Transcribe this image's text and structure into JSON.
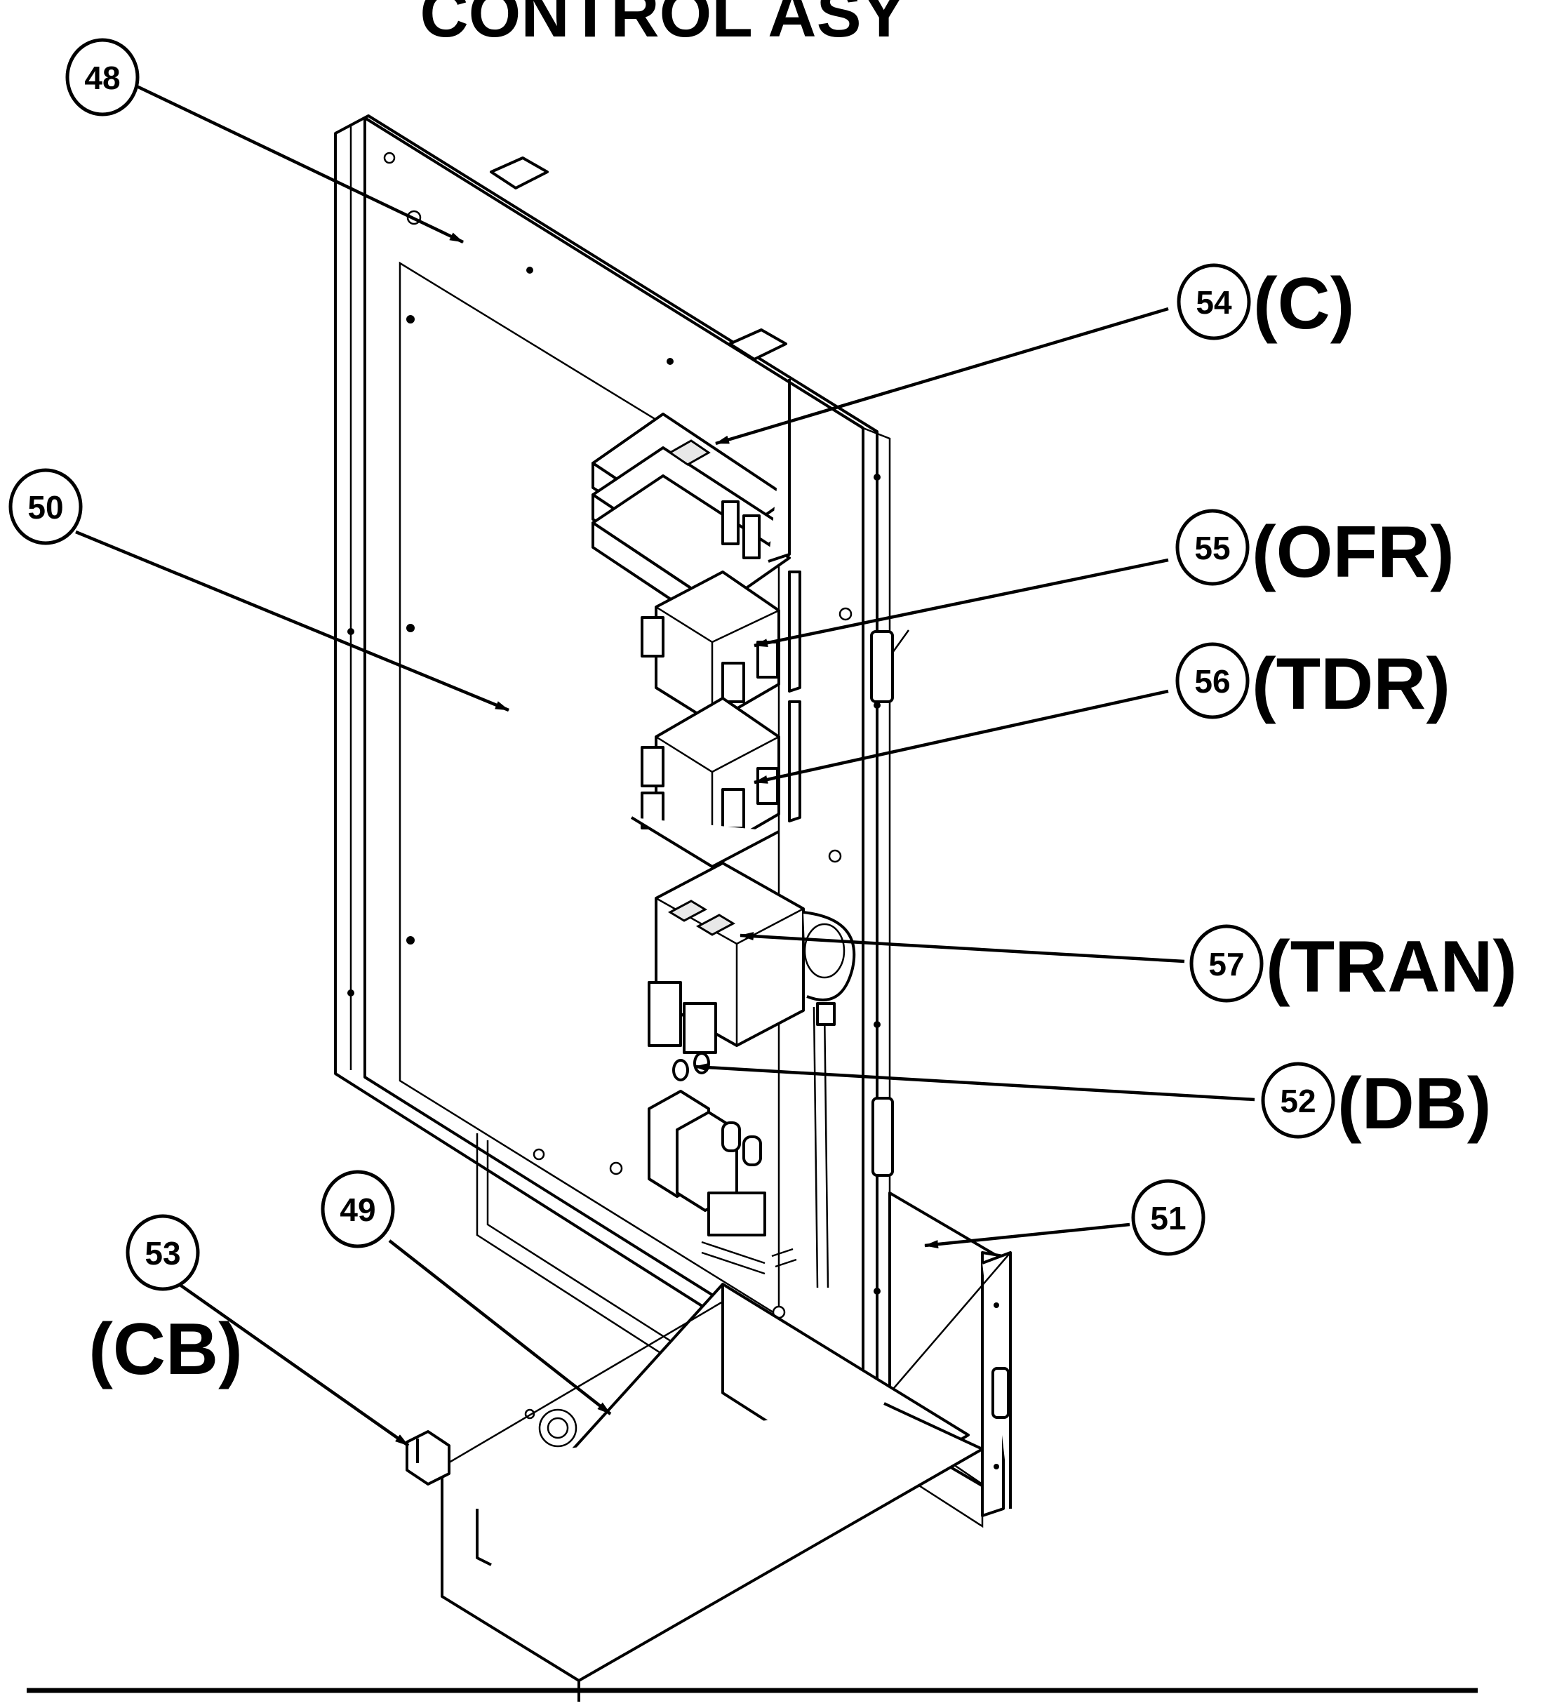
{
  "title": "CONTROL ASY",
  "callouts": [
    {
      "id": "c48",
      "number": "48",
      "code": ""
    },
    {
      "id": "c49",
      "number": "49",
      "code": ""
    },
    {
      "id": "c50",
      "number": "50",
      "code": ""
    },
    {
      "id": "c51",
      "number": "51",
      "code": ""
    },
    {
      "id": "c52",
      "number": "52",
      "code": "(DB)"
    },
    {
      "id": "c53",
      "number": "53",
      "code": "(CB)"
    },
    {
      "id": "c54",
      "number": "54",
      "code": "(C)"
    },
    {
      "id": "c55",
      "number": "55",
      "code": "(OFR)"
    },
    {
      "id": "c56",
      "number": "56",
      "code": "(TDR)"
    },
    {
      "id": "c57",
      "number": "57",
      "code": "(TRAN)"
    }
  ]
}
